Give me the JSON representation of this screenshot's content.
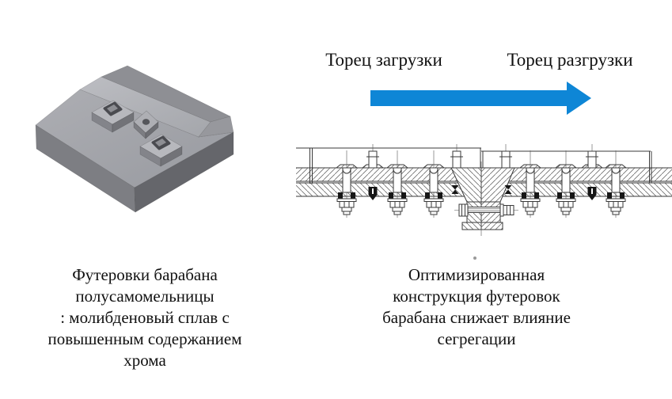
{
  "flow": {
    "from_label": "Торец загрузки",
    "to_label": "Торец разгрузки",
    "arrow_color": "#0e86d6",
    "arrow_direction": "right"
  },
  "left_figure": {
    "caption_lines": [
      "Футеровки барабана",
      "полусамомельницы",
      ": молибденовый сплав с",
      "повышенным содержанием",
      "хрома"
    ]
  },
  "right_figure": {
    "caption_lines": [
      "Оптимизированная",
      "конструкция футеровок",
      "барабана снижает влияние",
      "сегрегации"
    ]
  }
}
